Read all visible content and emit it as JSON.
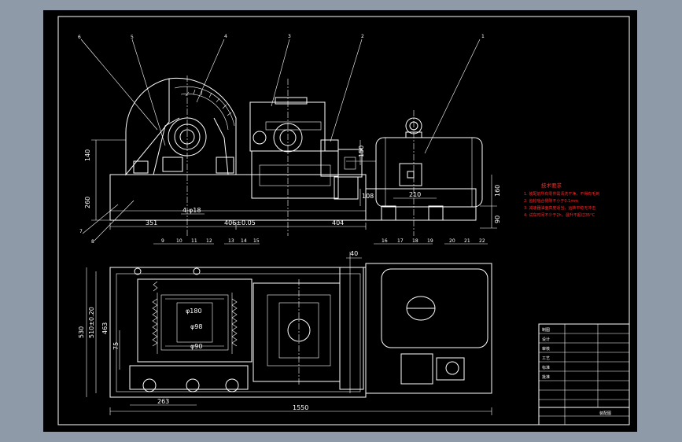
{
  "drawing": {
    "colors": {
      "background_outer": "#8f9aa8",
      "sheet": "#000000",
      "lines": "#ffffff",
      "notes": "#ff2a2a"
    },
    "part_numbers_top": [
      "6",
      "5",
      "4",
      "3",
      "2",
      "1"
    ],
    "part_numbers_bottom": [
      "7",
      "8",
      "9",
      "10",
      "11",
      "12",
      "13",
      "14",
      "15",
      "16",
      "17",
      "18",
      "19",
      "20",
      "21",
      "22"
    ],
    "dimensions_front": {
      "h140": "140",
      "h260": "260",
      "h150": "150",
      "h108": "108",
      "h160": "160",
      "h90": "90",
      "w351": "351",
      "phi18": "4-φ18",
      "w406": "406±0.05",
      "w404": "404",
      "w210": "210"
    },
    "dimensions_plan": {
      "w40": "40",
      "h530": "530",
      "h510": "510±0.20",
      "h463": "463",
      "h75": "75",
      "phi180": "φ180",
      "phi98": "φ98",
      "phi90": "φ90",
      "w263": "263",
      "w1550": "1550"
    },
    "notes": {
      "title": "技术要求",
      "lines": [
        "1. 装配前所有零件需清洗干净，不得有毛刺",
        "2. 齿轮啮合侧隙不小于0.1mm",
        "3. 减速器油面高度适当，运转平稳无冲击",
        "4. 试车时间不少于2h，温升不超过35°C"
      ]
    },
    "title_block": {
      "rows": [
        "制图",
        "设计",
        "审核",
        "工艺",
        "标准",
        "批准"
      ],
      "drawing_name": "装配图"
    }
  }
}
